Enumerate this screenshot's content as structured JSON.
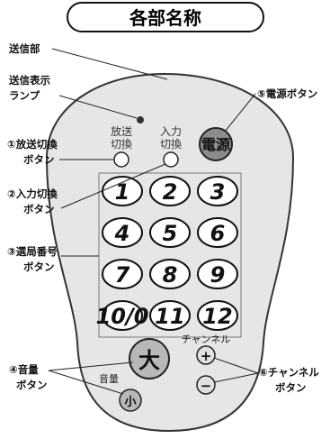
{
  "title": "各部名称",
  "labels": {
    "transmitter": "送信部",
    "lamp_line1": "送信表示",
    "lamp_line2": "ランプ",
    "input_mode_line1": "①放送切換",
    "input_mode_line2": "ボタン",
    "input_switch_line1": "②入力切換",
    "input_switch_line2": "ボタン",
    "channel_select_line1": "③選局番号",
    "channel_select_line2": "ボタン",
    "volume_line1": "④音量",
    "volume_line2": "ボタン",
    "power_line1": "⑤電源ボタン",
    "channel_line1": "⑥チャンネル",
    "channel_line2": "ボタン"
  },
  "remote": {
    "broadcast_line1": "放送",
    "broadcast_line2": "切換",
    "input_line1": "入力",
    "input_line2": "切換",
    "power_button": "電源",
    "number_keys": [
      "1",
      "2",
      "3",
      "4",
      "5",
      "6",
      "7",
      "8",
      "9",
      "10/0",
      "11",
      "12"
    ],
    "volume_caption": "音量",
    "volume_up": "大",
    "volume_down": "小",
    "channel_caption": "チャンネル",
    "channel_up": "+",
    "channel_down": "−"
  },
  "colors": {
    "remote_body": "#e6e6e6",
    "remote_outline": "#333333",
    "power_button": "#8c8c8c",
    "volume_button": "#b8b8b8",
    "key_fill": "#ffffff"
  }
}
